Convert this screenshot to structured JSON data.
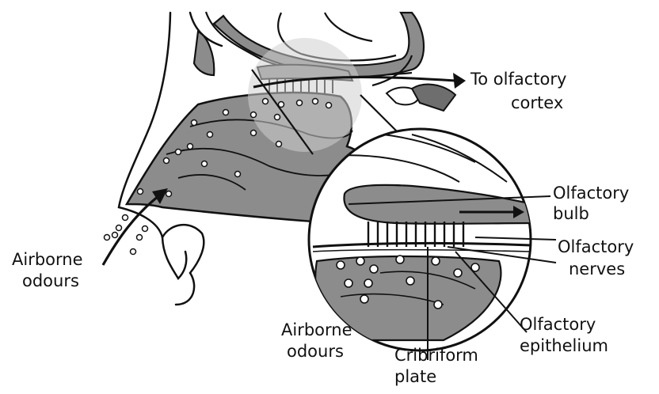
{
  "diagram": {
    "labels": {
      "to_cortex_line1": "To olfactory",
      "to_cortex_line2": "cortex",
      "bulb_line1": "Olfactory",
      "bulb_line2": "bulb",
      "nerves_line1": "Olfactory",
      "nerves_line2": "nerves",
      "airborne_left_line1": "Airborne",
      "airborne_left_line2": "odours",
      "airborne_center_line1": "Airborne",
      "airborne_center_line2": "odours",
      "epithelium_line1": "Olfactory",
      "epithelium_line2": "epithelium",
      "cribriform_line1": "Cribriform",
      "cribriform_line2": "plate"
    }
  }
}
